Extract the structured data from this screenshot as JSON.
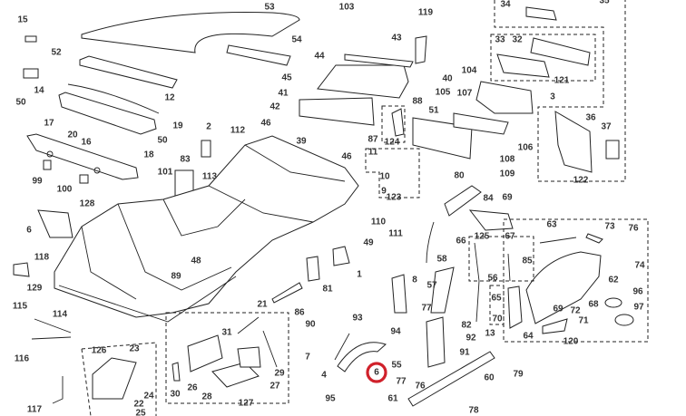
{
  "diagram": {
    "type": "exploded-parts-diagram",
    "highlight": {
      "callout": "6",
      "color": "#d0212b"
    },
    "callouts": [
      "15",
      "52",
      "14",
      "50",
      "12",
      "17",
      "20",
      "16",
      "19",
      "50",
      "18",
      "2",
      "83",
      "101",
      "113",
      "99",
      "100",
      "128",
      "112",
      "53",
      "103",
      "119",
      "54",
      "43",
      "44",
      "45",
      "40",
      "41",
      "105",
      "51",
      "42",
      "88",
      "46",
      "39",
      "87",
      "124",
      "46",
      "11",
      "10",
      "80",
      "9",
      "123",
      "34",
      "35",
      "33",
      "32",
      "121",
      "104",
      "107",
      "3",
      "36",
      "37",
      "106",
      "108",
      "109",
      "122",
      "69",
      "84",
      "6",
      "118",
      "48",
      "89",
      "129",
      "115",
      "114",
      "116",
      "126",
      "23",
      "31",
      "26",
      "30",
      "24",
      "22",
      "28",
      "117",
      "25",
      "110",
      "111",
      "66",
      "49",
      "1",
      "58",
      "81",
      "8",
      "57",
      "21",
      "86",
      "77",
      "90",
      "93",
      "94",
      "7",
      "55",
      "29",
      "27",
      "4",
      "6",
      "77",
      "76",
      "127",
      "95",
      "61",
      "125",
      "67",
      "63",
      "73",
      "76",
      "85",
      "56",
      "62",
      "74",
      "96",
      "65",
      "68",
      "69",
      "72",
      "97",
      "70",
      "71",
      "82",
      "13",
      "64",
      "120",
      "92",
      "91",
      "60",
      "79",
      "78"
    ]
  }
}
